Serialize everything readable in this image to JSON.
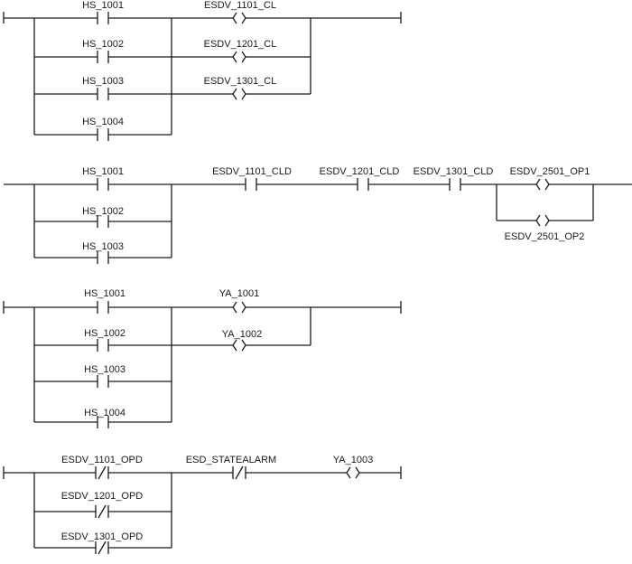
{
  "rungs": [
    {
      "contacts": [
        {
          "label": "HS_1001",
          "type": "NO"
        },
        {
          "label": "HS_1002",
          "type": "NO"
        },
        {
          "label": "HS_1003",
          "type": "NO"
        },
        {
          "label": "HS_1004",
          "type": "NO"
        }
      ],
      "coils": [
        {
          "label": "ESDV_1101_CL",
          "type": "coil"
        },
        {
          "label": "ESDV_1201_CL",
          "type": "coil"
        },
        {
          "label": "ESDV_1301_CL",
          "type": "coil"
        }
      ]
    },
    {
      "contacts": [
        {
          "label": "HS_1001",
          "type": "NO"
        },
        {
          "label": "HS_1002",
          "type": "NO"
        },
        {
          "label": "HS_1003",
          "type": "NO"
        }
      ],
      "series": [
        {
          "label": "ESDV_1101_CLD",
          "type": "NO"
        },
        {
          "label": "ESDV_1201_CLD",
          "type": "NO"
        },
        {
          "label": "ESDV_1301_CLD",
          "type": "NO"
        }
      ],
      "coils": [
        {
          "label": "ESDV_2501_OP1",
          "type": "coil"
        },
        {
          "label": "ESDV_2501_OP2",
          "type": "coil"
        }
      ]
    },
    {
      "contacts": [
        {
          "label": "HS_1001",
          "type": "NO"
        },
        {
          "label": "HS_1002",
          "type": "NO"
        },
        {
          "label": "HS_1003",
          "type": "NO"
        },
        {
          "label": "HS_1004",
          "type": "NO"
        }
      ],
      "coils": [
        {
          "label": "YA_1001",
          "type": "coil"
        },
        {
          "label": "YA_1002",
          "type": "coil"
        }
      ]
    },
    {
      "contacts": [
        {
          "label": "ESDV_1101_OPD",
          "type": "NC"
        },
        {
          "label": "ESDV_1201_OPD",
          "type": "NC"
        },
        {
          "label": "ESDV_1301_OPD",
          "type": "NC"
        }
      ],
      "series": [
        {
          "label": "ESD_STATEALARM",
          "type": "NC"
        }
      ],
      "coils": [
        {
          "label": "YA_1003",
          "type": "coil"
        }
      ]
    }
  ]
}
